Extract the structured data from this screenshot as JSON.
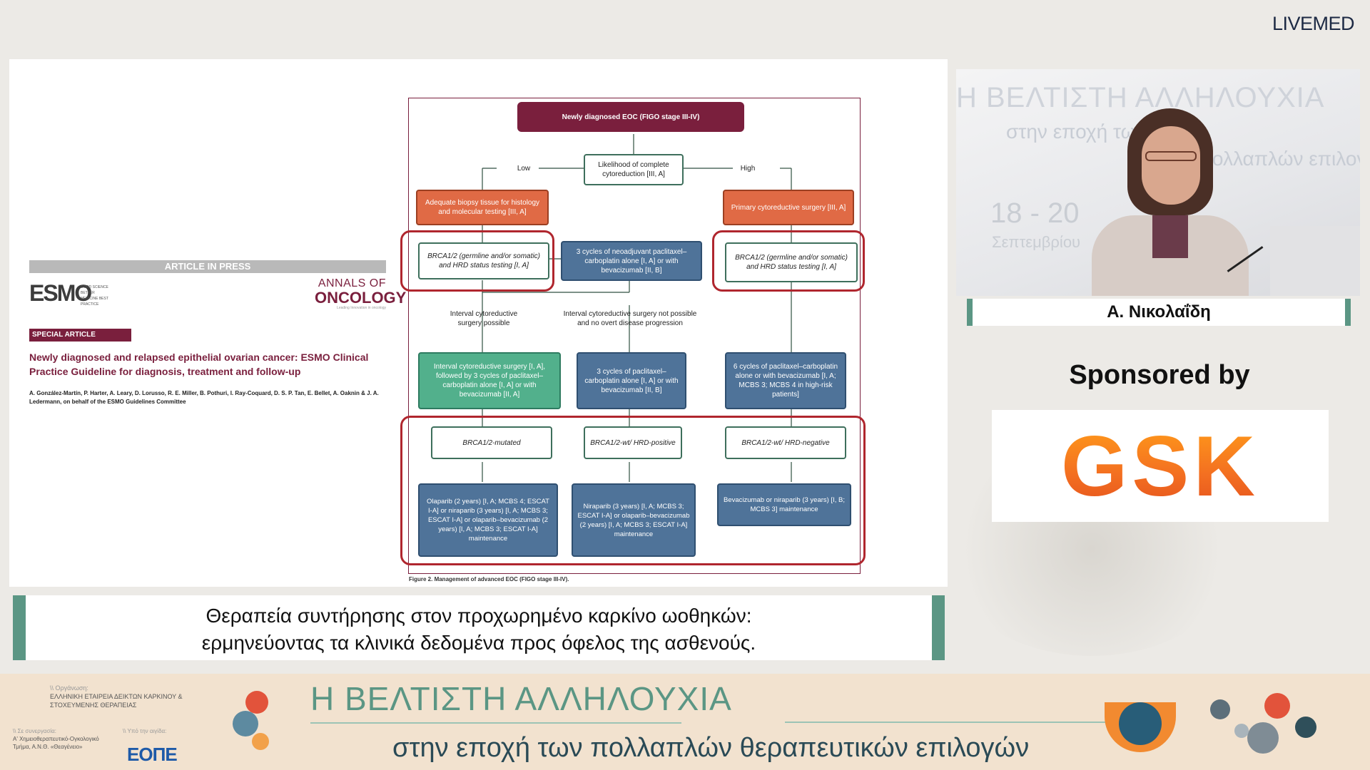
{
  "brand": {
    "bold": "LIVE",
    "light": "MED"
  },
  "slide": {
    "article_in_press": "ARTICLE IN PRESS",
    "esmo_logo": "ESMO",
    "esmo_tagline": "GOOD SCIENCE BETTER MEDICINE BEST PRACTICE",
    "annals_line1": "ANNALS OF",
    "annals_line2": "ONCOLOGY",
    "annals_tagline": "Leading Innovation in oncology",
    "special_article": "SPECIAL ARTICLE",
    "title": "Newly diagnosed and relapsed epithelial ovarian cancer: ESMO Clinical Practice Guideline for diagnosis, treatment and follow-up",
    "authors": "A. González-Martín, P. Harter, A. Leary, D. Lorusso, R. E. Miller, B. Pothuri, I. Ray-Coquard, D. S. P. Tan, E. Bellet, A. Oaknin & J. A. Ledermann, on behalf of the ESMO Guidelines Committee",
    "figure_caption": "Figure 2.  Management of advanced EOC (FIGO stage III-IV).",
    "flow": {
      "top": "Newly diagnosed EOC (FIGO stage III-IV)",
      "likelihood": "Likelihood of complete cytoreduction [III, A]",
      "low": "Low",
      "high": "High",
      "biopsy": "Adequate biopsy tissue for histology and molecular testing [III, A]",
      "primary_surgery": "Primary cytoreductive surgery [III, A]",
      "brca_left": "BRCA1/2 (germline and/or somatic) and HRD status testing [I, A]",
      "neoadjuvant": "3 cycles of neoadjuvant paclitaxel–carboplatin alone [I, A] or with bevacizumab [II, B]",
      "brca_right": "BRCA1/2 (germline and/or somatic) and HRD status testing [I, A]",
      "interval_possible": "Interval cytoreductive surgery possible",
      "interval_not_possible": "Interval cytoreductive surgery not possible and no overt disease progression",
      "interval_surgery": "Interval cytoreductive surgery [I, A], followed by 3 cycles of paclitaxel–carboplatin alone [I, A] or with bevacizumab [II, A]",
      "paclitaxel3": "3 cycles of paclitaxel–carboplatin alone [I, A] or with bevacizumab [II, B]",
      "paclitaxel6": "6 cycles of paclitaxel–carboplatin alone or with bevacizumab [I, A; MCBS 3; MCBS 4 in high-risk patients]",
      "mutated": "BRCA1/2-mutated",
      "wt_positive": "BRCA1/2-wt/ HRD-positive",
      "wt_negative": "BRCA1/2-wt/ HRD-negative",
      "olaparib": "Olaparib (2 years) [I, A; MCBS 4; ESCAT I-A] or niraparib (3 years) [I, A; MCBS 3; ESCAT I-A] or olaparib–bevacizumab (2 years) [I, A; MCBS 3; ESCAT I-A] maintenance",
      "niraparib": "Niraparib (3 years) [I, A; MCBS 3; ESCAT I-A] or olaparib–bevacizumab (2 years) [I, A; MCBS 3; ESCAT I-A] maintenance",
      "bevacizumab": "Bevacizumab or niraparib (3 years) [I, B; MCBS 3] maintenance"
    }
  },
  "video": {
    "bg_line1": "Η ΒΕΛΤΙΣΤΗ ΑΛΛΗΛΟΥΧΙΑ",
    "bg_line2": "στην εποχή των",
    "bg_line3": "πολλαπλών επιλογών",
    "bg_date": "18 - 20",
    "bg_month": "Σεπτεμβρίου"
  },
  "speaker_name": "Α. Νικολαΐδη",
  "sponsored_by": "Sponsored by",
  "sponsor": "GSK",
  "talk_title": {
    "line1": "Θεραπεία συντήρησης στον προχωρημένο καρκίνο ωοθηκών:",
    "line2": "ερμηνεύοντας τα κλινικά δεδομένα προς όφελος της ασθενούς."
  },
  "footer": {
    "org_heading": "\\\\ Οργάνωση:",
    "org": "ΕΛΛΗΝΙΚΗ ΕΤΑΙΡΕΙΑ ΔΕΙΚΤΩΝ ΚΑΡΚΙΝΟΥ & ΣΤΟΧΕΥΜΕΝΗΣ ΘΕΡΑΠΕΙΑΣ",
    "coop_heading": "\\\\ Σε συνεργασία:",
    "coop": "Α' Χημειοθεραπευτικό-Ογκολογικό Τμήμα, Α.Ν.Θ. «Θεαγένειο»",
    "under_heading": "\\\\ Υπό την αιγίδα:",
    "under": "ΕΟΠΕ",
    "title1": "Η ΒΕΛΤΙΣΤΗ ΑΛΛΗΛΟΥΧΙΑ",
    "title2": "στην εποχή των πολλαπλών θεραπευτικών επιλογών"
  },
  "colors": {
    "accent": "#5b9684",
    "maroon": "#7a1f3d",
    "red_outline": "#b0262e",
    "gsk_orange": "#f36f21"
  }
}
